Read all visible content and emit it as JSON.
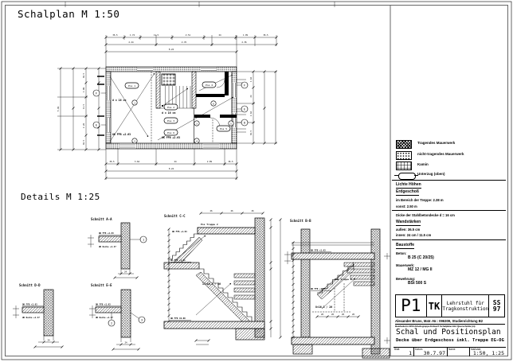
{
  "headings": {
    "schalplan": "Schalplan  M 1:50",
    "details": "Details  M 1:25"
  },
  "legend": {
    "items": [
      {
        "label": "Tragendes Mauerwerk"
      },
      {
        "label": "nicht-tragendes Mauerwerk"
      },
      {
        "label": "Kamin"
      },
      {
        "label": "Unterzug (oben)"
      }
    ]
  },
  "notes": {
    "lichte_hoehen_heading": "Lichte Höhen",
    "geschoss_heading": "Erdgeschoß",
    "treppe_line": "im Bereich der Treppe:  2.38 m",
    "sonst_line": "sonst:  2.50 m",
    "decke_line": "Dicke der Stahlbetondecke  d = 16 cm",
    "wand_heading": "Wandstärken",
    "wand_aussen": "außen:  36.5 cm",
    "wand_innen": "innen:  24 cm / 11.5 cm",
    "baustoffe_heading": "Baustoffe",
    "beton_label": "Beton:",
    "beton_value": "B 25  (C 20/25)",
    "mauerwerk_label": "Mauerwerk:",
    "mauerwerk_value": "MZ 12 / MG II",
    "bewehrung_label": "Bewehrung:",
    "bewehrung_value": "BSt 500 S"
  },
  "titleblock": {
    "logo_p1": "P1",
    "logo_tk": "TK",
    "chair_line1": "Lehrstuhl für",
    "chair_line2": "Tragkonstruktion",
    "semester_top": "SS",
    "semester_bottom": "97",
    "author_line": "Alexander Bruns,  Matr.-Nr.: 096309,  Studienrichtung B2",
    "subline": "Bearbeitet in EDV-Arbeitsgruppe Entwurf: Schalpläne inkl. Querschnitte (m)",
    "title": "Schal und Positionsplan",
    "subtitle": "Decke über Erdgeschoss inkl. Treppe EG-OG",
    "footer": {
      "blatt_label": "Blatt",
      "blatt_value": "1",
      "datum_label": "Datum",
      "datum_value": "30.7.97",
      "name_label": "Name",
      "name_value": "",
      "massstab_label": "Maßstab",
      "massstab_value": "1:50, 1:25"
    }
  },
  "plan": {
    "dims_top_row1": [
      "36.5",
      "1.74",
      "11.5",
      "2.51",
      "24",
      "1.99",
      "36.5"
    ],
    "dims_top_row2": [
      "2.24",
      "2.76",
      "2.36"
    ],
    "dims_top_total": "8.24",
    "dims_bottom_row1": [
      "36.5",
      "3.64",
      "24",
      "2.89",
      "36.5"
    ],
    "dims_bottom_total": "8.24",
    "dims_left": [
      "36.5",
      "1.99",
      "11.5",
      "2.26",
      "36.5"
    ],
    "dims_left_total": "5.49",
    "dims_right": [
      "1.64",
      "24",
      "2.64",
      "36.5"
    ],
    "pos_labels": [
      "Pos 1",
      "Pos 2",
      "Pos 3",
      "Pos 4",
      "Pos 5",
      "Pos 6"
    ],
    "level_left_room": "OK FFB +2.63",
    "level_mid_room": "OK FFB +2.63",
    "slab_note_1": "d = 16 cm",
    "slab_note_2": "d = 16 cm",
    "section_circles_right": [
      "F",
      "E",
      "D"
    ],
    "section_circles_left": [
      "F",
      "E"
    ],
    "node_circles": [
      "1",
      "2",
      "3",
      "4",
      "5",
      "6"
    ]
  },
  "details": {
    "a": {
      "label": "Schnitt A-A",
      "level_top": "OK FFB +2.63",
      "level_bottom": "UK Decke +2.47",
      "dim": "24",
      "circle": "1"
    },
    "d": {
      "label": "Schnitt D-D",
      "level_top": "OK FFB +2.63",
      "level_bottom": "UK Decke +2.47",
      "dim": "24"
    },
    "e": {
      "label": "Schnitt E-E",
      "level_top": "OK FFB +2.63",
      "level_bottom": "UK Decke +2.47",
      "dim": "24",
      "circle1": "2",
      "circle2": "3"
    },
    "c": {
      "label": "Schnitt C-C",
      "pos_note": "Pos Treppe 2",
      "steps_note": "17×16,3 / 26",
      "level_top": "OK FFB +2.63",
      "level_mid": "OK FFB +1.31",
      "level_bottom": "OK FFB ±0.00",
      "dims_top": [
        "26",
        "26",
        "26"
      ]
    },
    "b": {
      "label": "Schnitt B-B",
      "pos_note": "Pos Treppe 1",
      "steps_note": "8×16,3 / 26",
      "level_top": "OK FFB +2.63",
      "level_mid": "OK FFB +1.31",
      "dims_bottom": [
        "26",
        "26",
        "26",
        "26"
      ]
    }
  }
}
